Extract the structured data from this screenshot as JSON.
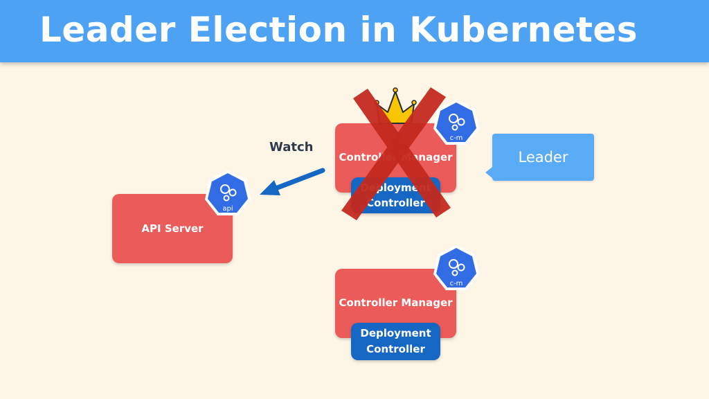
{
  "slide": {
    "title": "Leader Election in Kubernetes"
  },
  "api_server": {
    "label": "API Server",
    "badge": "api"
  },
  "controller_managers": [
    {
      "label": "Controller Manager",
      "badge": "c-m",
      "controller_line1": "Deployment",
      "controller_line2": "Controller",
      "status": "failed"
    },
    {
      "label": "Controller Manager",
      "badge": "c-m",
      "controller_line1": "Deployment",
      "controller_line2": "Controller",
      "status": "standby"
    }
  ],
  "watch_label": "Watch",
  "leader_callout": "Leader",
  "colors": {
    "title_bar": "#4ea2f3",
    "background": "#fdf5e6",
    "component_red": "#ea5b5a",
    "controller_blue": "#1667c4",
    "k8s_blue": "#326ce5",
    "cross_red": "#c4291f",
    "crown_yellow": "#f7c600"
  },
  "icons": [
    "crown-icon",
    "kubernetes-api-icon",
    "kubernetes-cm-icon",
    "failure-cross-icon",
    "watch-arrow-icon"
  ]
}
